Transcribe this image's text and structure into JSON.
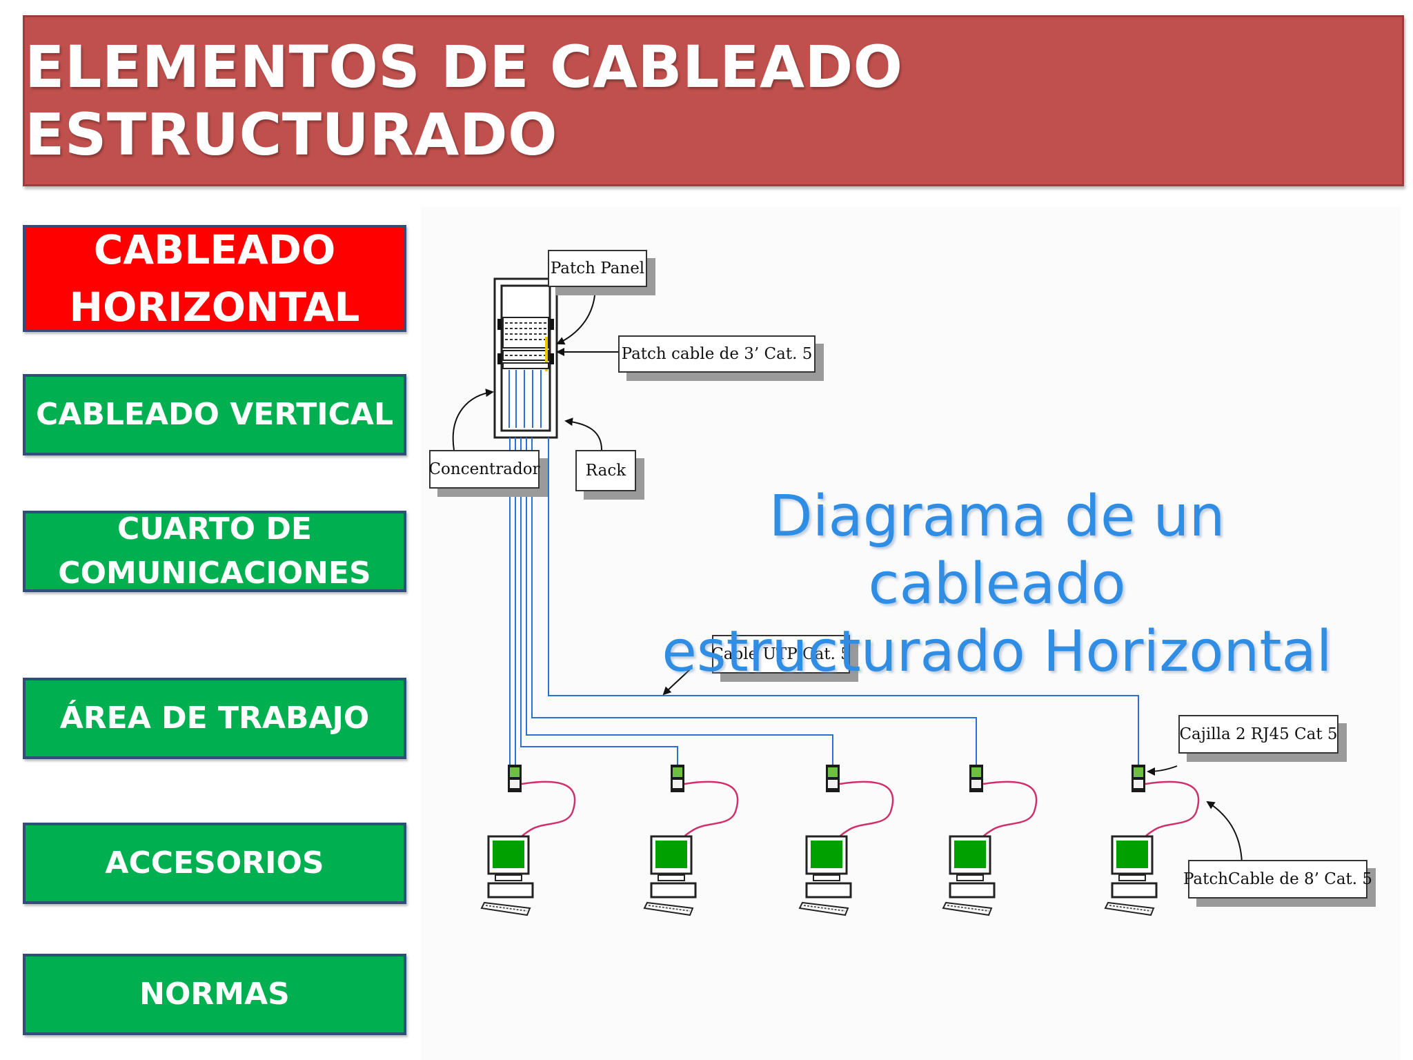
{
  "header": {
    "title": "ELEMENTOS DE CABLEADO ESTRUCTURADO"
  },
  "menu": {
    "items": [
      {
        "label": "CABLEADO\nHORIZONTAL",
        "active": true
      },
      {
        "label": "CABLEADO VERTICAL",
        "active": false
      },
      {
        "label": "CUARTO DE\nCOMUNICACIONES",
        "active": false
      },
      {
        "label": "ÁREA DE TRABAJO",
        "active": false
      },
      {
        "label": "ACCESORIOS",
        "active": false
      },
      {
        "label": "NORMAS",
        "active": false
      }
    ]
  },
  "diagram": {
    "title_line1": "Diagrama de un cableado",
    "title_line2": "estructurado Horizontal",
    "labels": {
      "patch_panel": "Patch Panel",
      "patch_cable_3": "Patch cable de 3’ Cat. 5",
      "concentrador": "Concentrador",
      "rack": "Rack",
      "cable_utp": "Cable UTP Cat. 5",
      "cajilla": "Cajilla 2 RJ45 Cat 5",
      "patch_cable_8": "PatchCable de 8’ Cat. 5"
    }
  },
  "colors": {
    "title_bg": "#c0504d",
    "active_bg": "#ff0000",
    "menu_bg": "#00b050",
    "cable": "#2a6fd6",
    "patch_cord": "#d0306a",
    "monitor": "#00a000",
    "diagram_title": "#2f8de4"
  }
}
